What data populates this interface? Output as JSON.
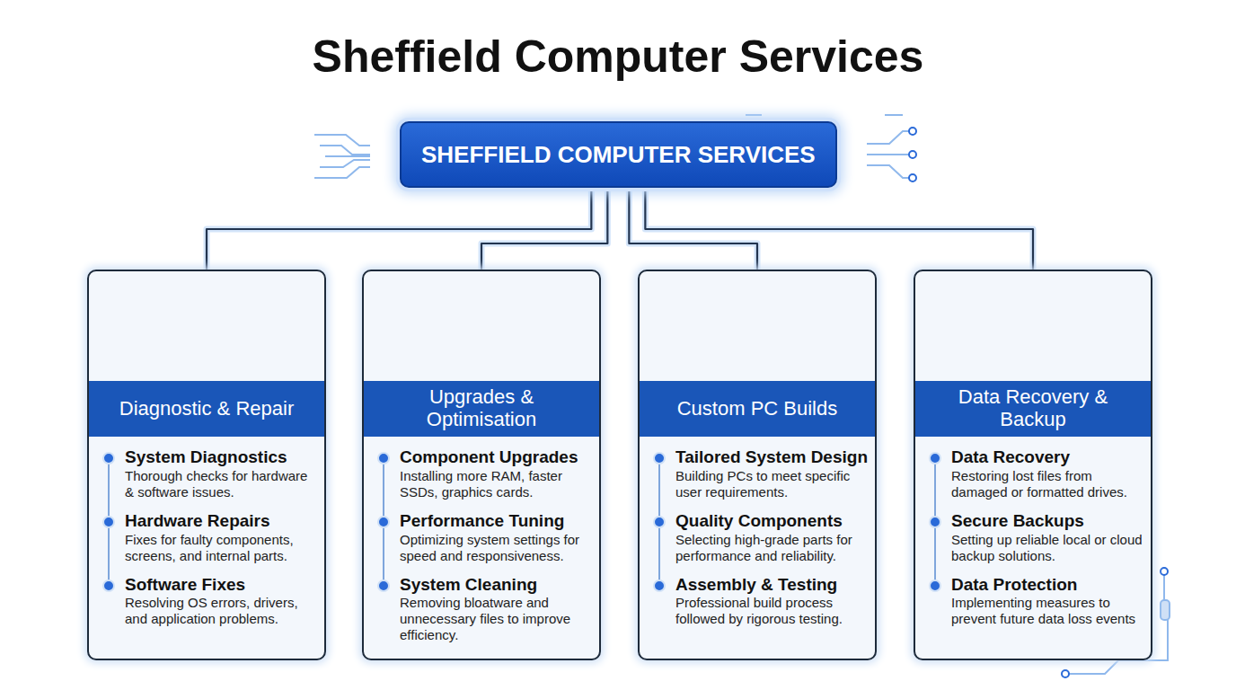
{
  "diagram": {
    "title": "Sheffield Computer Services",
    "nodes": [
      {
        "text": [
          "SHEFFIELD COMPUTER SERVICES"
        ]
      },
      {
        "text": [
          "System Diagnostics",
          "Thorough checks for hardware & software issues.",
          "Hardware Repairs",
          "Fixes for faulty components, screens, and internal parts.",
          "Software Fixes",
          "Resolving OS errors, drivers, and application problems."
        ]
      },
      {
        "text": [
          "Diagnostic & Repair"
        ],
        "in": 1
      },
      {
        "text": [
          "Component Upgrades",
          "Installing more RAM, faster SSDs, graphics cards.",
          "Performance Tuning",
          "Optimizing system settings for speed and responsiveness.",
          "System Cleaning",
          "Removing bloatware and unnecessary files to improve efficiency."
        ]
      },
      {
        "text": [
          "Upgrades & Optimisation"
        ],
        "in": 3
      },
      {
        "text": [
          "Tailored System Design",
          "Building PCs to meet specific user requirements.",
          "Quality Components",
          "Selecting high-grade parts for performance and reliability.",
          "Assembly & Testing",
          "Professional build process followed by rigorous testing."
        ]
      },
      {
        "text": [
          "Custom PC Builds"
        ],
        "in": 5
      },
      {
        "text": [
          "Data Recovery",
          "Restoring lost files from damaged or formatted drives.",
          "Secure Backups",
          "Setting up reliable local or cloud backup solutions.",
          "Data Protection",
          "Implementing measures to prevent future data loss events"
        ]
      },
      {
        "text": [
          "Data Recovery & Backup"
        ],
        "in": 7
      }
    ],
    "edges": [
      {
        "from": 0,
        "to": 1,
        "arrow": "none"
      },
      {
        "from": 0,
        "to": 3,
        "arrow": "none"
      },
      {
        "from": 0,
        "to": 5,
        "arrow": "none"
      },
      {
        "from": 0,
        "to": 7,
        "arrow": "none"
      }
    ]
  }
}
